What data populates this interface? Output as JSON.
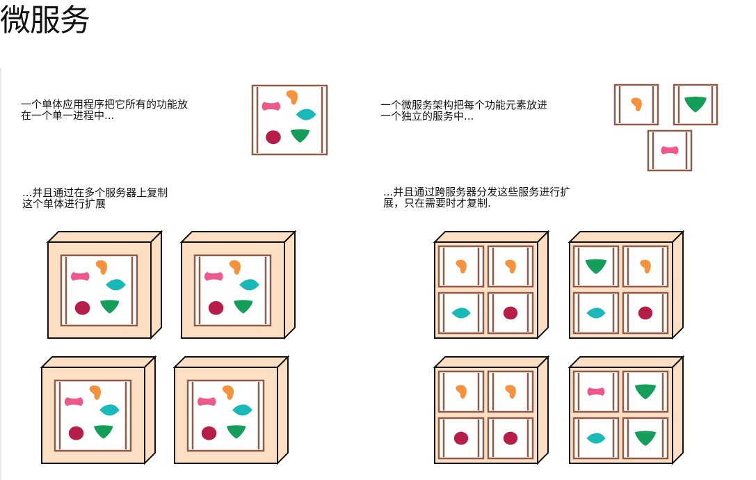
{
  "title": "微服务",
  "captions": {
    "monolith_line1": "一个单体应用程序把它所有的功能放",
    "monolith_line2": "在一个单一进程中...",
    "micro_line1": "一个微服务架构把每个功能元素放进",
    "micro_line2": "一个独立的服务中...",
    "monolith_scale_line1": "...并且通过在多个服务器上复制",
    "monolith_scale_line2": "这个单体进行扩展",
    "micro_scale_line1": "...并且通过跨服务器分发这些服务进行扩",
    "micro_scale_line2": "展，只在需要时才复制."
  },
  "colors": {
    "box_border": "#8d5b48",
    "server_fill": "#fde0c4",
    "pink": "#f0578a",
    "orange": "#f7913c",
    "teal": "#1ab9b9",
    "crimson": "#b71d46",
    "green": "#149e5a"
  }
}
